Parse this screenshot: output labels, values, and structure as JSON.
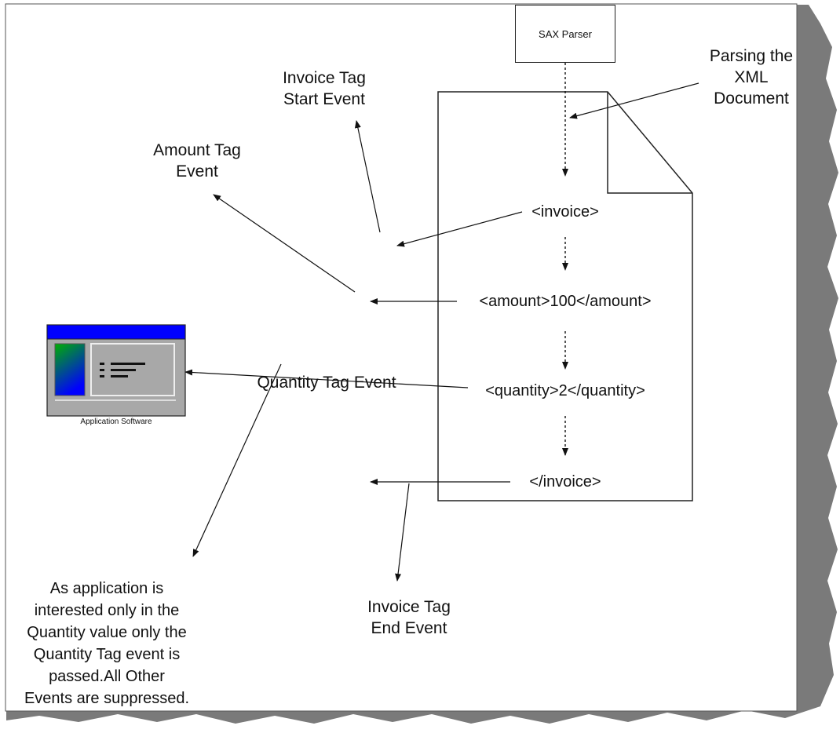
{
  "sax_parser": "SAX Parser",
  "document_note": "Parsing the\nXML\nDocument",
  "xml_tags": {
    "invoice_open": "<invoice>",
    "amount": "<amount>100</amount>",
    "quantity": "<quantity>2</quantity>",
    "invoice_close": "</invoice>"
  },
  "events": {
    "invoice_start": "Invoice Tag\nStart Event",
    "amount": "Amount Tag\nEvent",
    "quantity": "Quantity Tag Event",
    "invoice_end": "Invoice Tag\nEnd Event"
  },
  "application": {
    "caption": "Application Software",
    "colors": {
      "titlebar": "#0000ff",
      "body": "#a8a8a8",
      "gradient_top": "#00b000",
      "gradient_bottom": "#0000ff"
    }
  },
  "note": "As application is\ninterested only in the\nQuantity value only the\nQuantity Tag event is\npassed.All Other\nEvents are suppressed.",
  "colors": {
    "line": "#111111",
    "shadow": "#7a7a7a"
  }
}
